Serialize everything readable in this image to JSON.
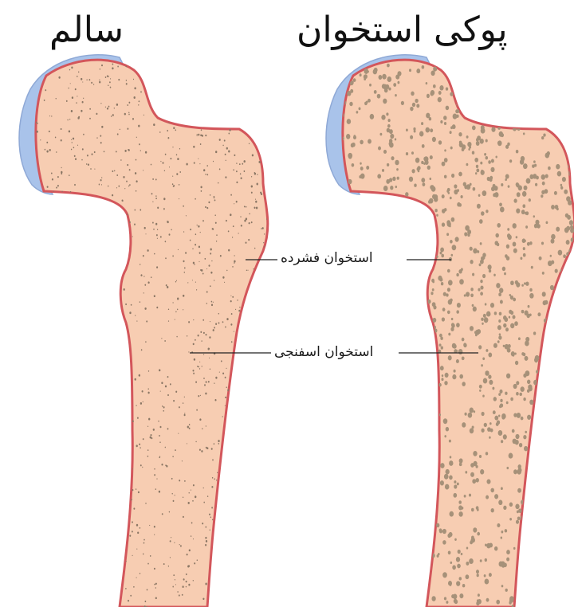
{
  "titles": {
    "healthy": "سالم",
    "osteoporosis": "پوکی استخوان"
  },
  "labels": {
    "cortical_bone": "استخوان فشرده",
    "spongy_bone": "استخوان اسفنجی"
  },
  "colors": {
    "bone_fill": "#f7cdb2",
    "bone_outline": "#d3565b",
    "cartilage": "#a9c3ea",
    "pore_healthy": "#8a7664",
    "pore_osteoporosis": "#a69179",
    "leader_line": "#222222"
  }
}
